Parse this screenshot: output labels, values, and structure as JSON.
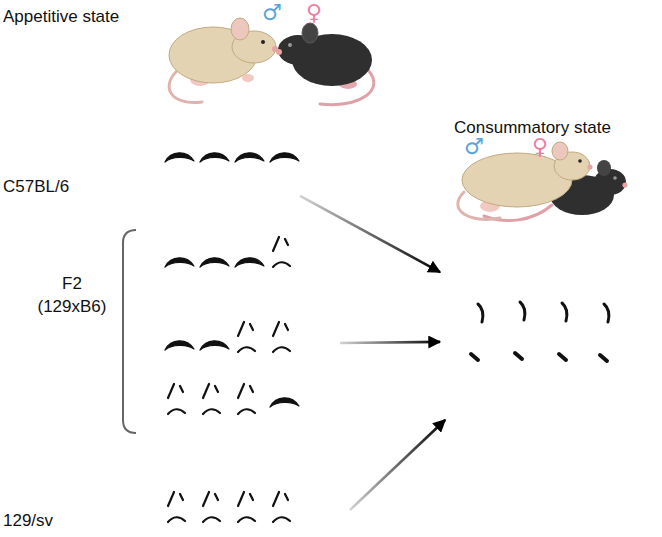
{
  "diagram": {
    "nodes": [
      {
        "text": [
          "C57BL/6"
        ]
      },
      {
        "text": [
          "F2 (129xB6)"
        ]
      },
      {
        "text": [
          "129/sv"
        ]
      },
      {
        "text": [
          "Consummatory state"
        ]
      }
    ],
    "edges": [
      {
        "from": 0,
        "to": 3,
        "arrow": "to"
      },
      {
        "from": 1,
        "to": 3,
        "arrow": "to"
      },
      {
        "from": 2,
        "to": 3,
        "arrow": "to"
      }
    ],
    "labels": [
      "Appetitive state",
      "♂",
      "♀",
      "♂",
      "♀"
    ]
  }
}
